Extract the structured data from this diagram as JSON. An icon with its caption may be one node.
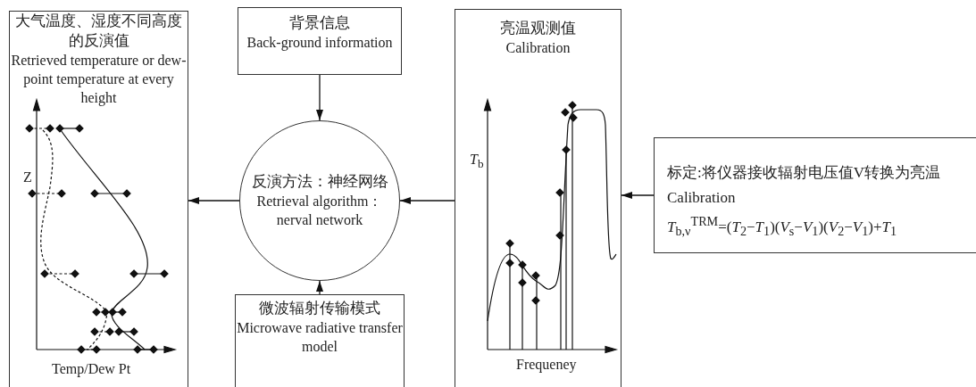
{
  "diagram": {
    "nodes": [
      {
        "text": [
          "大气温度、湿度不同高度的反演值",
          "Retrieved temperature or dew-point temperature at every height"
        ]
      },
      {
        "text": [
          "背景信息",
          "Back-ground information"
        ]
      },
      {
        "text": [
          "反演方法：神经网络",
          "Retrieval algorithm：nerval network"
        ]
      },
      {
        "text": [
          "微波辐射传输模式",
          "Microwave radiative transfer model"
        ]
      },
      {
        "text": [
          "亮温观测值",
          "Calibration"
        ]
      },
      {
        "text": [
          "标定:将仪器接收辐射电压值V转换为亮温",
          "Calibration",
          "*T*$_{b,ν}$$^{TRM}$=(*T*$_{2}$−*T*$_{1}$)(*V*$_{s}$−*V*$_{1}$)(*V*$_{2}$−*V*$_{1}$)+*T*$_{1}$"
        ]
      }
    ],
    "edges": [
      {
        "from": 1,
        "to": 2,
        "arrow": "to"
      },
      {
        "from": 3,
        "to": 2,
        "arrow": "to"
      },
      {
        "from": 2,
        "to": 0,
        "arrow": "to"
      },
      {
        "from": 4,
        "to": 2,
        "arrow": "to"
      },
      {
        "from": 5,
        "to": 4,
        "arrow": "to"
      }
    ],
    "labels": [
      "Z",
      "Temp/Dew Pt",
      "*T*$_{b}$",
      "Frequeney"
    ]
  }
}
